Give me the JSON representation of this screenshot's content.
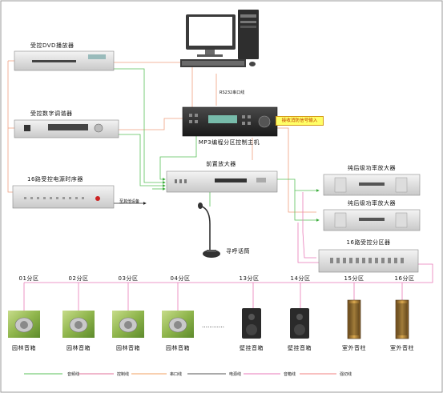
{
  "devices": {
    "dvd": "受控DVD播放器",
    "tuner": "受控数字调谐器",
    "sequencer": "16路受控电源时序器",
    "host": "MP3编程分区控制主机",
    "preamp": "前置放大器",
    "poweramp1": "纯后级功率放大器",
    "poweramp2": "纯后级功率放大器",
    "zoner": "16路受控分区器",
    "mic": "寻呼话筒"
  },
  "annotations": {
    "rs232": "RS232串口线",
    "fire_input": "接收消防信号输入",
    "other_equipment": "至其他设备"
  },
  "zones": [
    "01分区",
    "02分区",
    "03分区",
    "04分区",
    "13分区",
    "14分区",
    "15分区",
    "16分区"
  ],
  "speakers": [
    "园林音箱",
    "园林音箱",
    "园林音箱",
    "园林音箱",
    "壁挂音箱",
    "壁挂音箱",
    "室外音柱",
    "室外音柱"
  ],
  "ellipsis": "…………",
  "legend": [
    {
      "label": "音频线",
      "color": "#59c059"
    },
    {
      "label": "控制线",
      "color": "#e0709a"
    },
    {
      "label": "串口线",
      "color": "#f0a060"
    },
    {
      "label": "电源线",
      "color": "#555555"
    },
    {
      "label": "音箱线",
      "color": "#e87ab8"
    },
    {
      "label": "强切线",
      "color": "#f08080"
    }
  ]
}
